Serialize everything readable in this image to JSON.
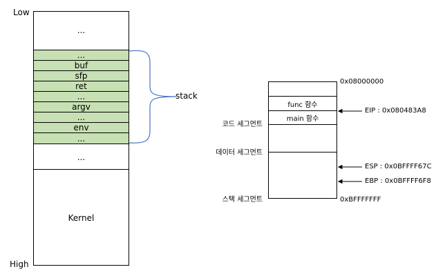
{
  "left_diagram": {
    "low_label": "Low",
    "high_label": "High",
    "top_cell": "...",
    "stack_rows": [
      "...",
      "buf",
      "sfp",
      "ret",
      "...",
      "argv",
      "...",
      "env",
      "..."
    ],
    "below_cell": "...",
    "kernel_cell": "Kernel",
    "stack_label": "stack",
    "colors": {
      "stack_fill": "#c7e0b4",
      "brace": "#4472c4",
      "border": "#000000"
    }
  },
  "right_diagram": {
    "rows": [
      "func 함수",
      "main 함수"
    ],
    "left_labels": {
      "code_segment": "코드 세그먼트",
      "data_segment": "데이터 세그먼트",
      "stack_segment": "스택 세그먼트"
    },
    "addresses": {
      "top": "0x08000000",
      "bottom": "0xBFFFFFFF"
    },
    "pointers": {
      "eip": "EIP : 0x080483A8",
      "esp": "ESP : 0x0BFFFF67C",
      "ebp": "EBP : 0x0BFFFF6F8"
    }
  }
}
